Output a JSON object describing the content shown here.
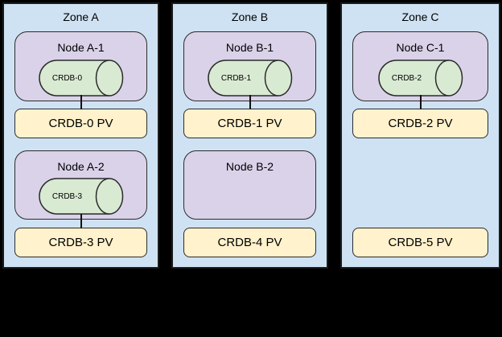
{
  "colors": {
    "background": "#000000",
    "zone_fill": "#cfe2f3",
    "node_fill": "#d9d2e9",
    "db_fill": "#d9ead3",
    "pv_fill": "#fff2cc",
    "border": "#2b2b2b",
    "text": "#000000"
  },
  "zones": [
    {
      "label": "Zone A",
      "slots": [
        {
          "node_label": "Node A-1",
          "db_label": "CRDB-0",
          "pv_label": "CRDB-0 PV",
          "connected": true
        },
        {
          "node_label": "Node A-2",
          "db_label": "CRDB-3",
          "pv_label": "CRDB-3 PV",
          "connected": true
        }
      ]
    },
    {
      "label": "Zone B",
      "slots": [
        {
          "node_label": "Node B-1",
          "db_label": "CRDB-1",
          "pv_label": "CRDB-1 PV",
          "connected": true
        },
        {
          "node_label": "Node B-2",
          "db_label": null,
          "pv_label": "CRDB-4 PV",
          "connected": false
        }
      ]
    },
    {
      "label": "Zone C",
      "slots": [
        {
          "node_label": "Node C-1",
          "db_label": "CRDB-2",
          "pv_label": "CRDB-2 PV",
          "connected": true
        },
        {
          "node_label": null,
          "db_label": null,
          "pv_label": "CRDB-5 PV",
          "connected": false
        }
      ]
    }
  ]
}
